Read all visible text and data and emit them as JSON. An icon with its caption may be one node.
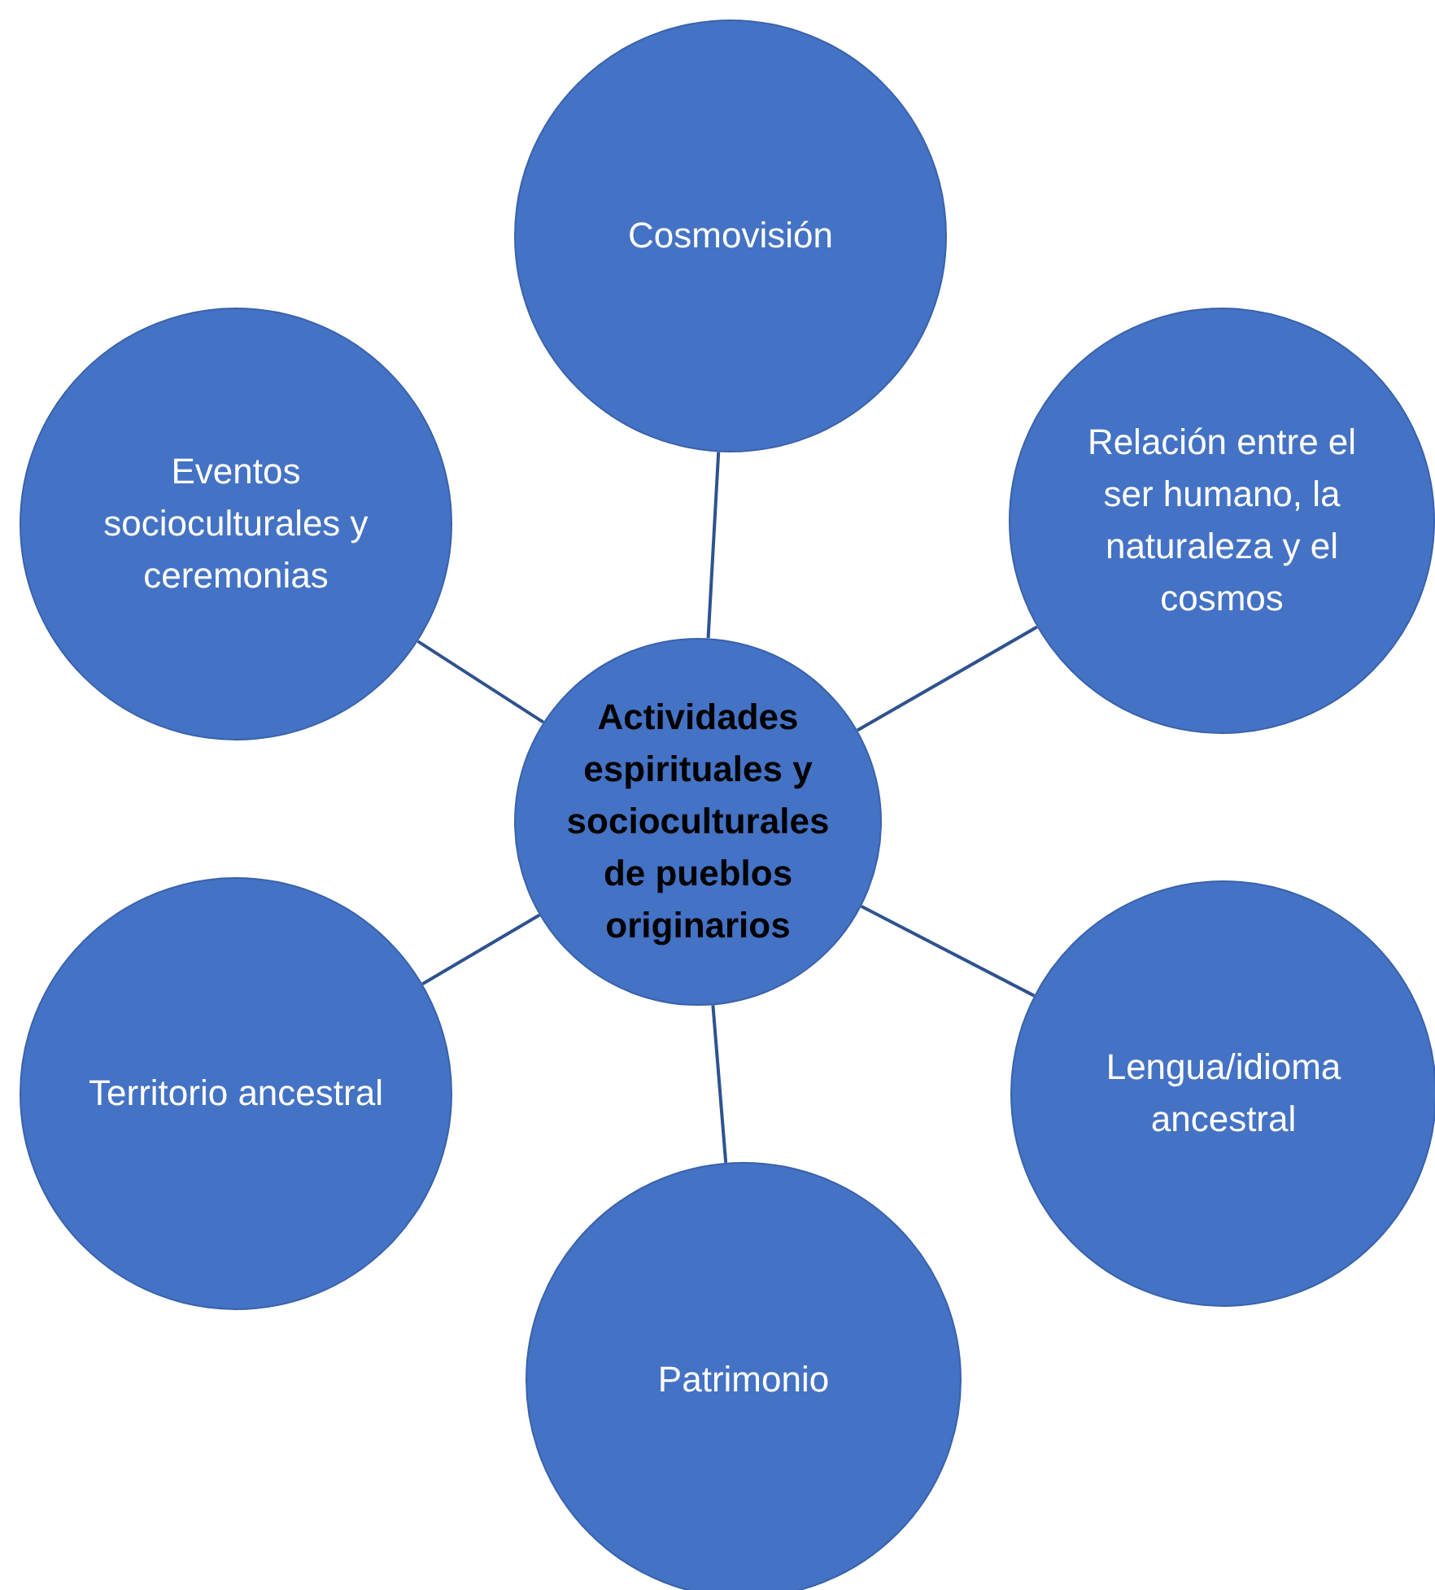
{
  "diagram": {
    "nodes": [
      {
        "text": [
          "Cosmovisión"
        ]
      },
      {
        "text": [
          "Eventos socioculturales y ceremonias"
        ]
      },
      {
        "text": [
          "Relación entre el ser humano, la naturaleza y el cosmos"
        ]
      },
      {
        "text": [
          "Actividades espirituales y socioculturales de pueblos originarios"
        ]
      },
      {
        "text": [
          "Territorio ancestral"
        ]
      },
      {
        "text": [
          "Lengua/idioma ancestral"
        ]
      },
      {
        "text": [
          "Patrimonio"
        ]
      }
    ],
    "edges": [
      {
        "from": 3,
        "to": 0,
        "arrow": "none"
      },
      {
        "from": 3,
        "to": 2,
        "arrow": "none"
      },
      {
        "from": 3,
        "to": 5,
        "arrow": "none"
      },
      {
        "from": 3,
        "to": 6,
        "arrow": "none"
      },
      {
        "from": 3,
        "to": 4,
        "arrow": "none"
      },
      {
        "from": 3,
        "to": 1,
        "arrow": "none"
      }
    ]
  }
}
